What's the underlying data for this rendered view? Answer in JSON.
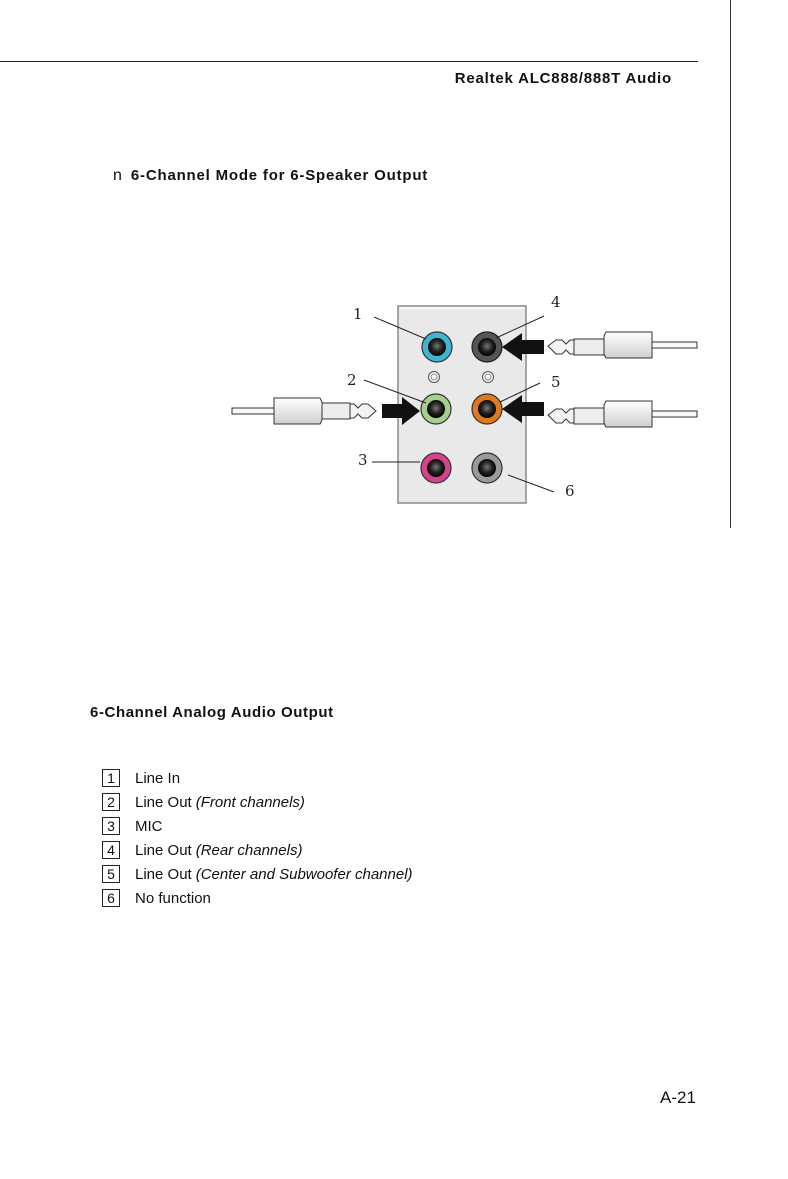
{
  "header": {
    "title": "Realtek ALC888/888T Audio"
  },
  "section": {
    "bullet": "n",
    "heading": "6-Channel Mode for 6-Speaker Output"
  },
  "diagram": {
    "callouts": [
      "1",
      "2",
      "3",
      "4",
      "5",
      "6"
    ],
    "jack_colors": {
      "line_in": "#3fb5cf",
      "front_out": "#a5cf8d",
      "mic": "#d6428b",
      "rear_out": "#555555",
      "center_sub_out": "#e0781f",
      "no_function": "#9a9a9a"
    }
  },
  "output": {
    "heading": "6-Channel Analog Audio Output",
    "items": [
      {
        "num": "1",
        "label": "Line In",
        "desc": ""
      },
      {
        "num": "2",
        "label": "Line Out",
        "desc": "(Front channels)"
      },
      {
        "num": "3",
        "label": "MIC",
        "desc": ""
      },
      {
        "num": "4",
        "label": "Line Out",
        "desc": "(Rear channels)"
      },
      {
        "num": "5",
        "label": "Line Out",
        "desc": "(Center and Subwoofer channel)"
      },
      {
        "num": "6",
        "label": "No function",
        "desc": ""
      }
    ]
  },
  "footer": {
    "page_number": "A-21"
  }
}
